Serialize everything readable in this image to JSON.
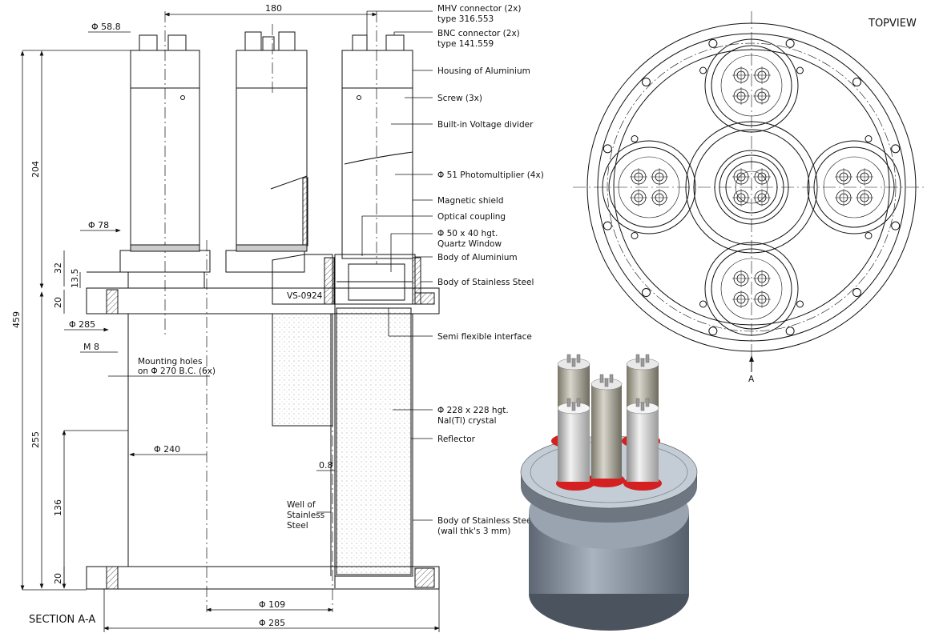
{
  "section_title": "SECTION A-A",
  "top_view_title": "TOPVIEW",
  "section_marker": "A",
  "drawing_number": "VS-0924",
  "labels": {
    "mhv": [
      "MHV connector (2x)",
      "type 316.553"
    ],
    "bnc": [
      "BNC connector (2x)",
      "type 141.559"
    ],
    "housing": "Housing of Aluminium",
    "screw": "Screw (3x)",
    "divider": "Built-in Voltage divider",
    "pmt": "Φ 51 Photomultiplier (4x)",
    "shield": "Magnetic shield",
    "coupling": "Optical coupling",
    "window": [
      "Φ 50 x 40 hgt.",
      "Quartz Window"
    ],
    "body_al": "Body of Aluminium",
    "body_ss": "Body of Stainless Steel",
    "interface": "Semi flexible interface",
    "crystal": [
      "Φ 228 x 228 hgt.",
      "NaI(Tl) crystal"
    ],
    "reflector": "Reflector",
    "well": [
      "Well of",
      "Stainless",
      "Steel"
    ],
    "body_ss_wall": [
      "Body of Stainless Steel",
      "(wall thk's 3 mm)"
    ],
    "mounting": [
      "Mounting holes",
      "on  Φ  270 B.C.     (6x)"
    ]
  },
  "dimensions": {
    "d180": "180",
    "d58_8": "Φ 58.8",
    "d204": "204",
    "d78": "Φ 78",
    "d32": "32",
    "d13_5": "13.5",
    "d459": "459",
    "d20_top": "20",
    "d285_left": "Φ 285",
    "m8": "M 8",
    "d255": "255",
    "d240": "Φ 240",
    "d136": "136",
    "d0_8": "0.8",
    "d20_bot": "20",
    "d109": "Φ 109",
    "d285_bot": "Φ 285"
  }
}
